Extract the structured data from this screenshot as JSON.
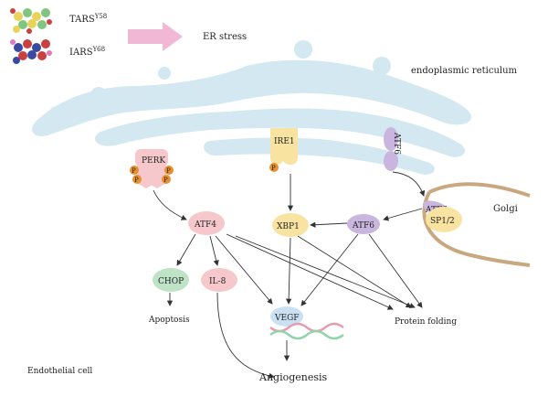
{
  "legend": {
    "tars": "TARS",
    "tars_sup": "Y58",
    "iars": "IARS",
    "iars_sup": "Y68"
  },
  "er_stress": "ER stress",
  "er_label": "endoplasmic reticulum",
  "golgi_label": "Golgi",
  "cell_label": "Endothelial cell",
  "receptors": {
    "perk": "PERK",
    "ire1": "IRE1",
    "atf6": "ATF6",
    "phospho": "P"
  },
  "nodes": {
    "atf6_golgi": "ATF6",
    "sp12": "SP1/2",
    "atf4": "ATF4",
    "xbp1": "XBP1",
    "atf6_cleaved": "ATF6",
    "chop": "CHOP",
    "il8": "IL-8",
    "vegf": "VEGF"
  },
  "outcomes": {
    "apoptosis": "Apoptosis",
    "protein_folding": "Protein folding",
    "angiogenesis": "Angiogenesis"
  },
  "colors": {
    "er": "#d3e8f0",
    "perk": "#f6c8cc",
    "ire1": "#f8e3a0",
    "atf6": "#c9b5dd",
    "chop": "#bfe3c7",
    "vegf": "#c9e1f2",
    "arrow": "#f1b8d6",
    "golgi": "#c9a880",
    "phospho": "#e8902e"
  }
}
